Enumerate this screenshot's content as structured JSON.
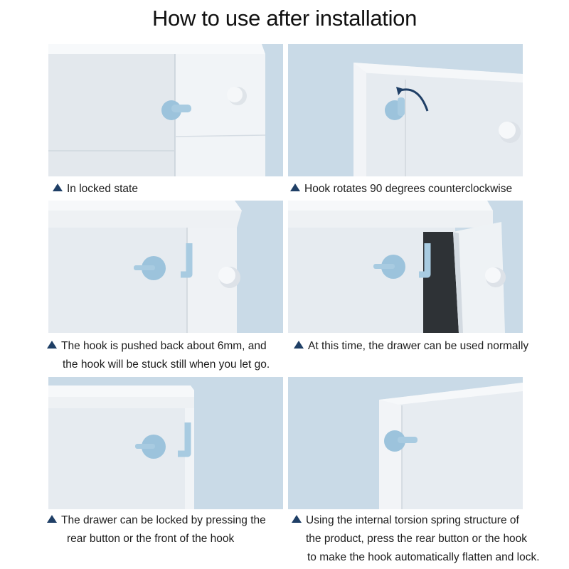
{
  "title": "How to use after installation",
  "steps": [
    {
      "caption": [
        "In locked state"
      ]
    },
    {
      "caption": [
        "Hook rotates 90 degrees counterclockwise"
      ]
    },
    {
      "caption": [
        "The hook is pushed back about 6mm, and",
        "the hook will be stuck still when you let go."
      ]
    },
    {
      "caption": [
        "At this time, the drawer can be used normally"
      ]
    },
    {
      "caption": [
        "The drawer can be locked by pressing the",
        "rear button or the front of the hook"
      ]
    },
    {
      "caption": [
        "Using the internal torsion spring structure of",
        "the product, press the rear button or the hook",
        "to make the hook automatically flatten and lock."
      ]
    }
  ],
  "colors": {
    "background": "#c9dae7",
    "cabinet": "#eef1f4",
    "lock": "#9cc3dc",
    "arrow": "#1f3f66"
  }
}
